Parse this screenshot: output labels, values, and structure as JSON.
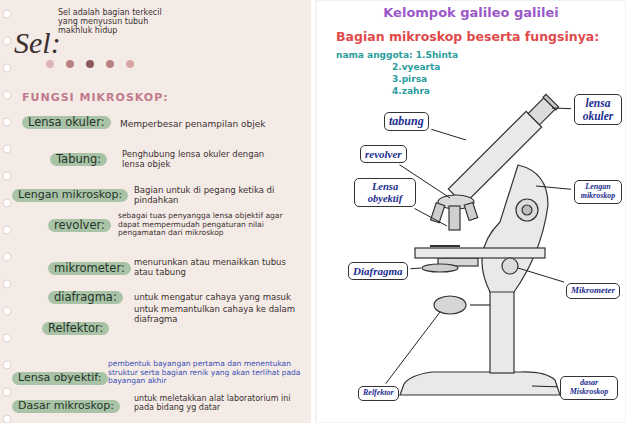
{
  "diagram": {
    "title": "Kelompok galileo galilei",
    "nodes": [
      {
        "text": [
          "tabung"
        ]
      },
      {
        "text": [
          "lensa okuler"
        ]
      },
      {
        "text": [
          "revolver"
        ]
      },
      {
        "text": [
          "Lensa obyektif"
        ]
      },
      {
        "text": [
          "Lengan mikroskop"
        ]
      },
      {
        "text": [
          "Diafragma"
        ]
      },
      {
        "text": [
          "Mikrometer"
        ]
      },
      {
        "text": [
          "Relfektor"
        ]
      },
      {
        "text": [
          "dasar Miskroskop"
        ]
      }
    ],
    "labels": [
      "Sel:",
      "Sel adalah bagian terkecil yang menyusun tubuh makhluk hidup",
      "FUNGSI MIKROSKOP:",
      "Lensa okuler:",
      "Memperbesar penampilan objek",
      "Tabung:",
      "Penghubung lensa okuler dengan lensa objek",
      "Lengan mikroskop:",
      "Bagian untuk di pegang ketika di pindahkan",
      "revolver:",
      "sebagai tuas penyangga lensa objektif agar dapat mempermudah pengaturan nilai pengamatan dari mikroskop",
      "mikrometer:",
      "menurunkan atau menaikkan tubus atau tabung",
      "diafragma:",
      "untuk mengatur cahaya yang masuk",
      "Relfektor:",
      "untuk memantulkan cahaya ke dalam diafragma",
      "Lensa obyektif:",
      "pembentuk bayangan pertama dan menentukan struktur serta bagian renik yang akan terlihat pada bayangan akhir",
      "Dasar mikroskop:",
      "untuk meletakkan alat laboratorium ini pada bidang yg datar",
      "Bagian mikroskop beserta fungsinya:",
      "nama anggota: 1.Shinta",
      "2.vyearta",
      "3.pirsa",
      "4.zahra"
    ]
  }
}
